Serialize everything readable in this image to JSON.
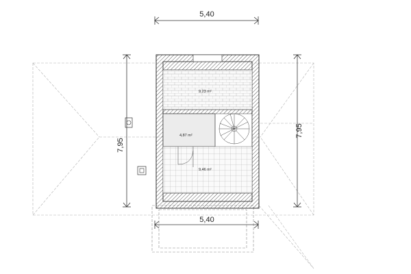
{
  "dimensions": {
    "top_width": "5,40",
    "bottom_width": "5,40",
    "left_height": "7,95",
    "right_height": "7,95"
  },
  "rooms": {
    "upper_area": "9,23 m²",
    "left_room": "4,87 m²",
    "lower_area": "9,46 m²"
  },
  "colors": {
    "lines": "#333333",
    "roof_outline": "#aaaaaa",
    "wall_hatch": "#555555",
    "room_fill_left": "#ececec"
  },
  "icons": {
    "chimney_top": "chimney-icon",
    "chimney_bottom": "vent-icon",
    "spiral_stair": "spiral-staircase-icon"
  }
}
